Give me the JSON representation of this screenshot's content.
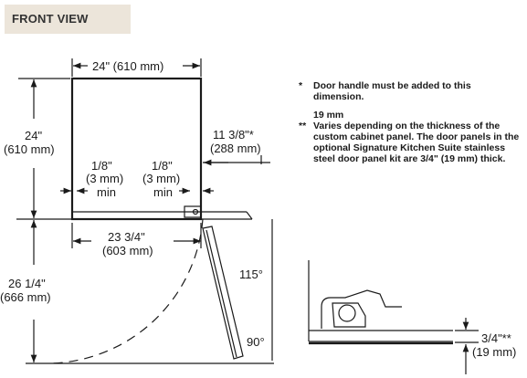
{
  "header": {
    "title": "FRONT VIEW"
  },
  "dims": {
    "width": "24\" (610 mm)",
    "height_in": "24\"",
    "height_mm": "(610 mm)",
    "right_in": "11 3/8\"*",
    "right_mm": "(288 mm)",
    "gap_in": "1/8\"",
    "gap_mm": "(3 mm)",
    "gap_min": "min",
    "inner_in": "23 3/4\"",
    "inner_mm": "(603 mm)",
    "swing_in": "26 1/4\"",
    "swing_mm": "(666 mm)",
    "angle_open": "115°",
    "angle_right": "90°",
    "panel_in": "3/4\"**",
    "panel_mm": "(19 mm)"
  },
  "notes": {
    "n1_mark": "*",
    "n1_text": "Door handle must be added to this dimension.",
    "n2_prefix": "19 mm",
    "n2_mark": "**",
    "n2_text": "Varies depending on the thickness of the custom cabinet panel. The door panels in the optional Signature Kitchen Suite stainless steel door panel kit are 3/4\" (19 mm) thick."
  }
}
